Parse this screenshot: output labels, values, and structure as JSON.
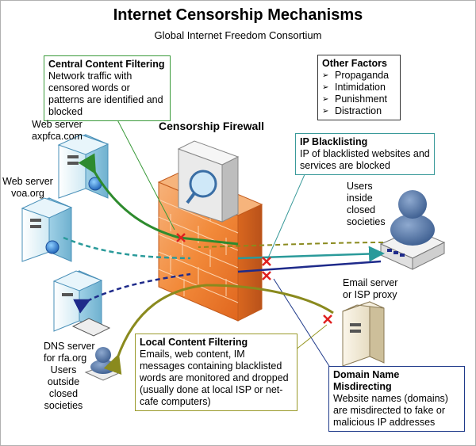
{
  "header": {
    "title": "Internet Censorship Mechanisms",
    "subtitle": "Global Internet Freedom Consortium"
  },
  "firewall": {
    "label": "Censorship Firewall"
  },
  "callouts": {
    "central_filtering": {
      "heading": "Central Content Filtering",
      "body": "Network traffic with censored words or patterns are identified and blocked",
      "color": "#3a9a3a"
    },
    "other_factors": {
      "heading": "Other Factors",
      "items": [
        "Propaganda",
        "Intimidation",
        "Punishment",
        "Distraction"
      ]
    },
    "ip_blacklisting": {
      "heading": "IP Blacklisting",
      "body": "IP of blacklisted websites and services are blocked",
      "color": "#3a9a9a"
    },
    "local_filtering": {
      "heading": "Local Content Filtering",
      "body": "Emails, web content, IM messages containing blacklisted words are monitored and dropped (usually done at local ISP or net-cafe computers)",
      "color": "#9a9a2a"
    },
    "domain_misdirect": {
      "heading": "Domain Name Misdirecting",
      "body": "Website names (domains) are misdirected to fake or malicious IP addresses",
      "color": "#1f3a8a"
    }
  },
  "nodes": {
    "web_server_1": {
      "line1": "Web server",
      "line2": "axpfca.com"
    },
    "web_server_2": {
      "line1": "Web server",
      "line2": "voa.org"
    },
    "dns_server": {
      "line1": "DNS server",
      "line2": "for rfa.org"
    },
    "users_outside": {
      "line1": "Users",
      "line2": "outside",
      "line3": "closed",
      "line4": "societies"
    },
    "users_inside": {
      "line1": "Users",
      "line2": "inside",
      "line3": "closed",
      "line4": "societies"
    },
    "email_server": {
      "line1": "Email server",
      "line2": "or ISP proxy"
    }
  },
  "colors": {
    "green": "#2e8b2e",
    "teal": "#2a9a9a",
    "navy": "#1e2a8a",
    "olive": "#8a8a1e",
    "blocked": "#e02020",
    "brick": "#f08a3c"
  }
}
